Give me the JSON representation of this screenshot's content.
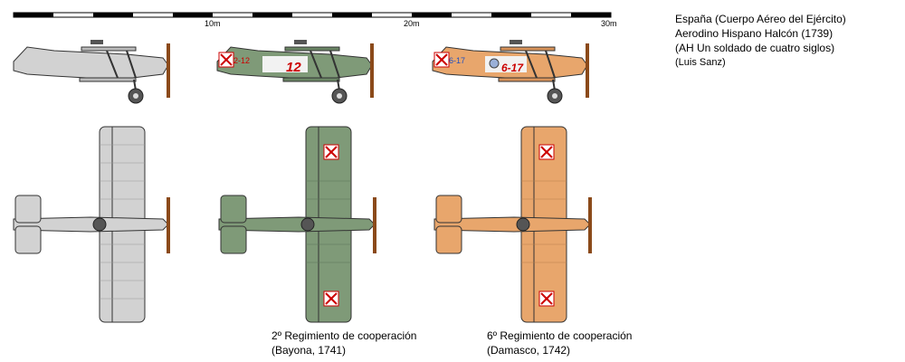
{
  "scale": {
    "labels": [
      "10m",
      "20m",
      "30m"
    ]
  },
  "caption": {
    "line1": "España (Cuerpo Aéreo del Ejército)",
    "line2": "Aerodino Hispano Halcón (1739)",
    "line3": "(AH Un soldado de cuatro siglos)",
    "line4": "(Luis Sanz)"
  },
  "aircraft": [
    {
      "id": "silver",
      "color": "#d2d2d2",
      "markings": []
    },
    {
      "id": "green",
      "color": "#7f9a78",
      "markings": [
        "2-12",
        "12"
      ],
      "unit_label": "2º Regimiento de cooperación",
      "unit_sub": "(Bayona, 1741)"
    },
    {
      "id": "tan",
      "color": "#e8a66c",
      "markings": [
        "6-17",
        "6-17"
      ],
      "unit_label": "6º Regimiento de cooperación",
      "unit_sub": "(Damasco, 1742)"
    }
  ]
}
